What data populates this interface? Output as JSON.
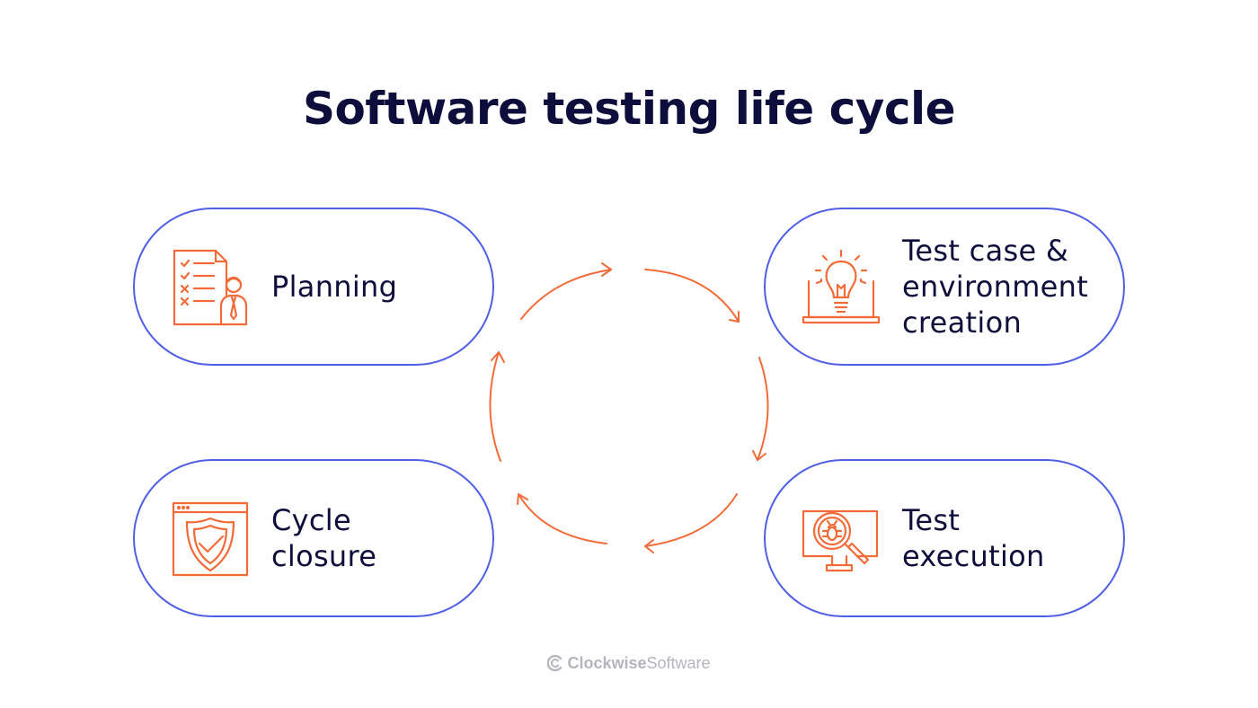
{
  "title": "Software testing life cycle",
  "stages": {
    "planning": {
      "lines": [
        "Planning"
      ],
      "icon": "checklist-person-icon"
    },
    "testcase": {
      "lines": [
        "Test case &",
        "environment",
        "creation"
      ],
      "icon": "laptop-lightbulb-icon"
    },
    "execution": {
      "lines": [
        "Test",
        "execution"
      ],
      "icon": "monitor-bug-magnifier-icon"
    },
    "closure": {
      "lines": [
        "Cycle",
        "closure"
      ],
      "icon": "browser-shield-check-icon"
    }
  },
  "footer": {
    "brand_bold": "Clockwise",
    "brand_light": "Software",
    "icon": "clockwise-logo-icon"
  },
  "colors": {
    "accent_orange": "#f26b38",
    "outline_blue": "#4f5fe6",
    "title_navy": "#0d0e3c",
    "footer_gray": "#b5b5bd"
  }
}
